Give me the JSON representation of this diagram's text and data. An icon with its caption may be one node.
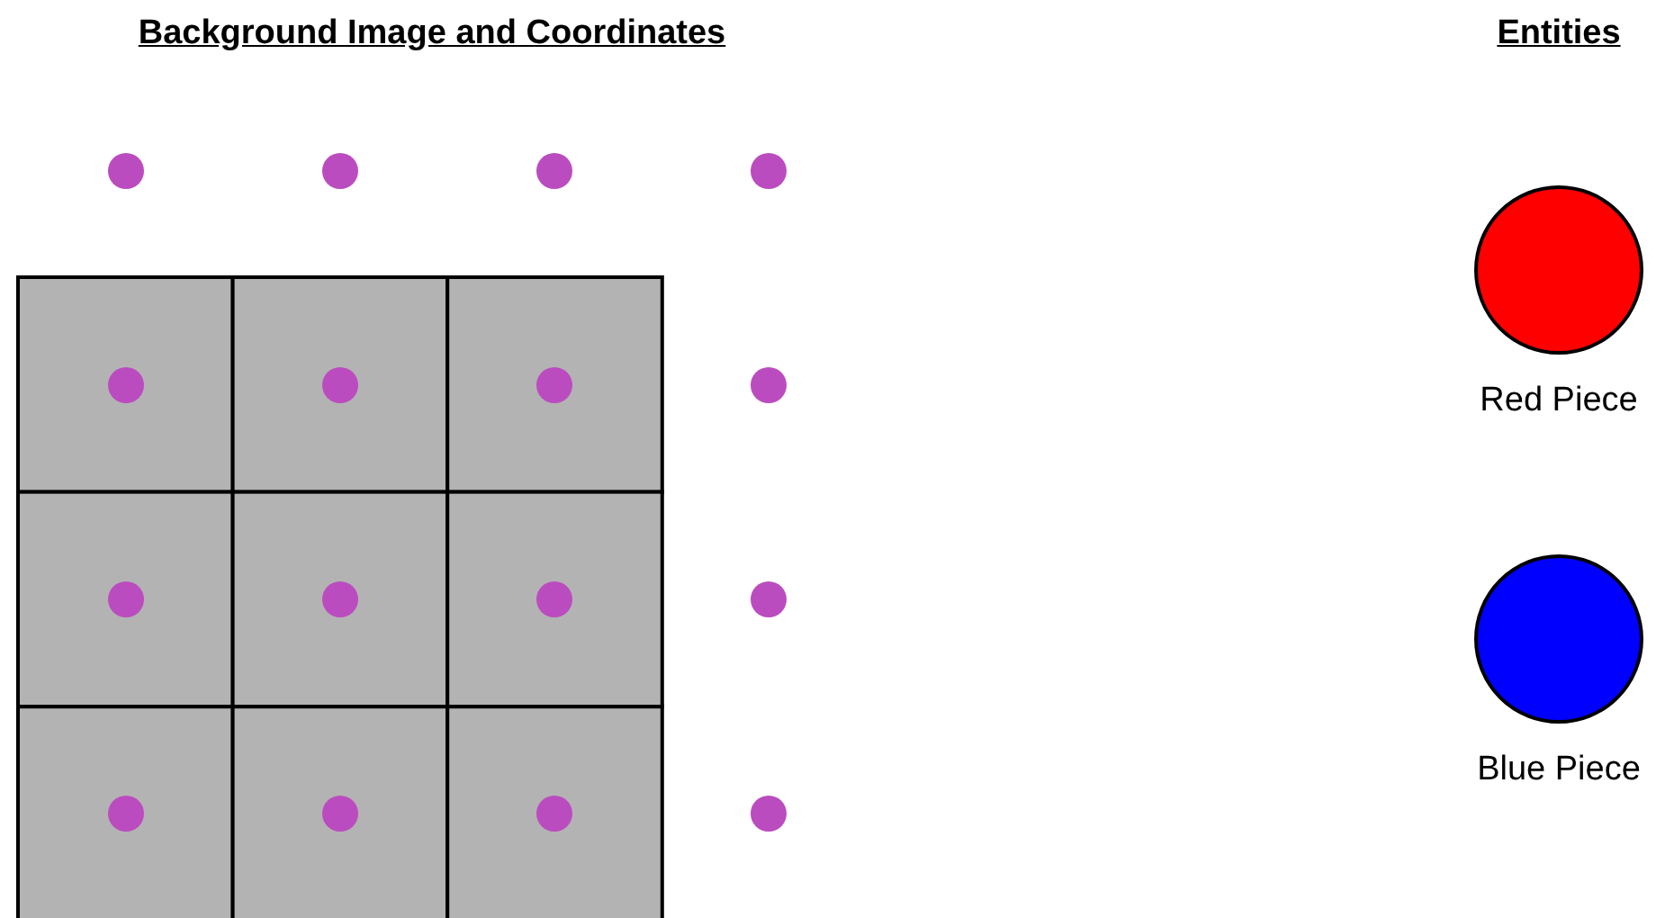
{
  "diagram": {
    "labels": [
      "Background Image and Coordinates",
      "Entities"
    ],
    "legend": [
      {
        "text": "Red Piece",
        "color": "#ff0000"
      },
      {
        "text": "Blue Piece",
        "color": "#0000ff"
      }
    ]
  }
}
